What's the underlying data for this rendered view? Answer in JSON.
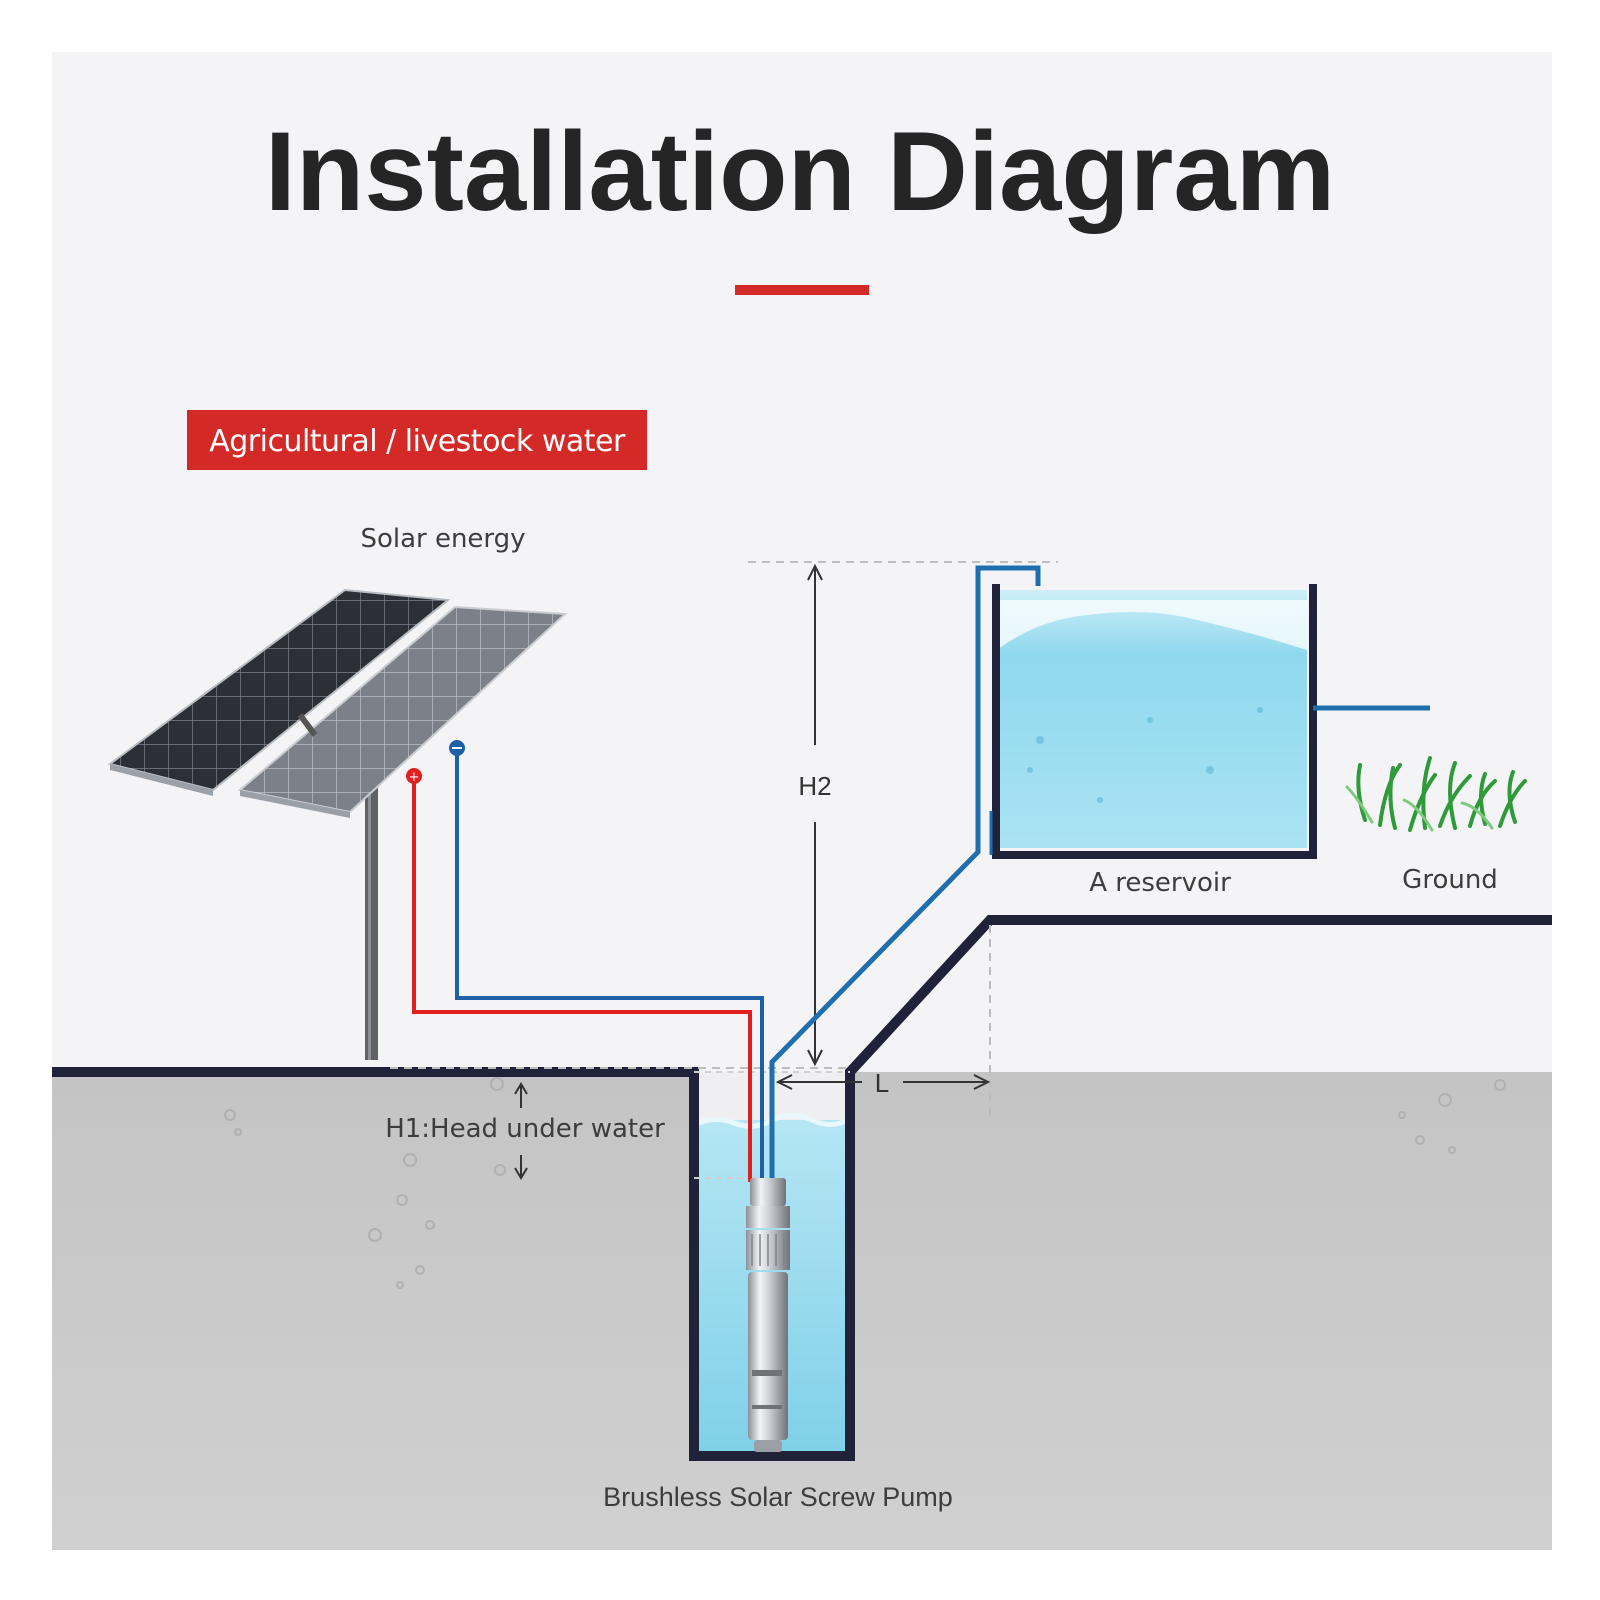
{
  "title": "Installation Diagram",
  "badge": "Agricultural / livestock water",
  "labels": {
    "solar_energy": "Solar energy",
    "h2": "H2",
    "reservoir": "A reservoir",
    "ground": "Ground",
    "l": "L",
    "h1": "H1:Head under water",
    "pump": "Brushless Solar Screw Pump"
  },
  "colors": {
    "accent_red": "#d42a27",
    "pipe_blue": "#1f6fae",
    "wire_red": "#e02020",
    "wire_blue": "#1e60a8",
    "outline_navy": "#20223a",
    "water": "#7fd3ea",
    "ground_gray": "#c6c6c6"
  },
  "icons": [
    "solar-panel-icon",
    "grass-icon",
    "pump-icon"
  ]
}
